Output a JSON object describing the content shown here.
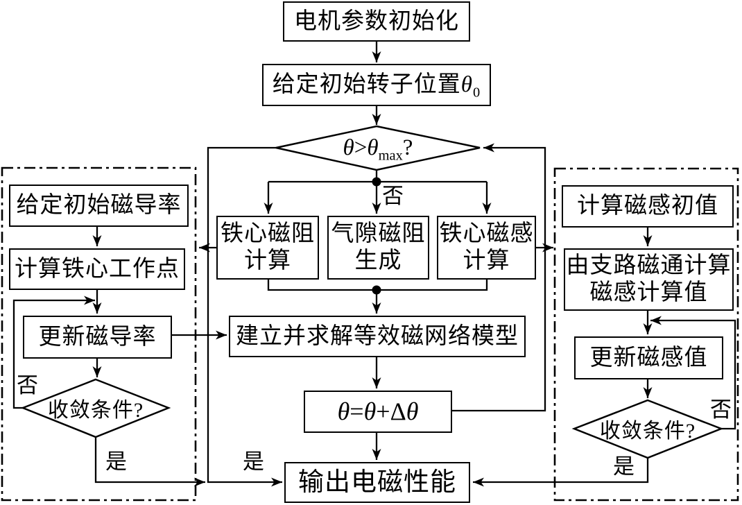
{
  "colors": {
    "ink": "#000000",
    "paper": "#ffffff"
  },
  "nodes": {
    "init": {
      "label": "电机参数初始化"
    },
    "rotor": {
      "text": "给定初始转子位置",
      "sym": "θ",
      "sub": "0"
    },
    "theta_check": {
      "t1": "θ",
      "op": ">",
      "t2": "θ",
      "sub": "max",
      "q": "?"
    },
    "core_reluctance": {
      "line1": "铁心磁阻",
      "line2": "计算"
    },
    "airgap_reluctance": {
      "line1": "气隙磁阻",
      "line2": "生成"
    },
    "core_flux": {
      "line1": "铁心磁感",
      "line2": "计算"
    },
    "solve": {
      "label": "建立并求解等效磁网络模型"
    },
    "theta_update": {
      "t1": "θ",
      "op1": "=",
      "t2": "θ",
      "op2": "+",
      "delta": "Δ",
      "t3": "θ"
    },
    "output": {
      "label": "输出电磁性能"
    },
    "perm_init": {
      "label": "给定初始磁导率"
    },
    "core_point": {
      "label": "计算铁心工作点"
    },
    "perm_update": {
      "label": "更新磁导率"
    },
    "conv_left": {
      "label": "收敛条件?"
    },
    "flux_init": {
      "label": "计算磁感初值"
    },
    "flux_branch": {
      "line1": "由支路磁通计算",
      "line2": "磁感计算值"
    },
    "flux_update": {
      "label": "更新磁感值"
    },
    "conv_right": {
      "label": "收敛条件?"
    }
  },
  "edge_labels": {
    "no_center": "否",
    "yes_center": "是",
    "no_left": "否",
    "yes_left": "是",
    "no_right": "否",
    "yes_right": "是"
  }
}
